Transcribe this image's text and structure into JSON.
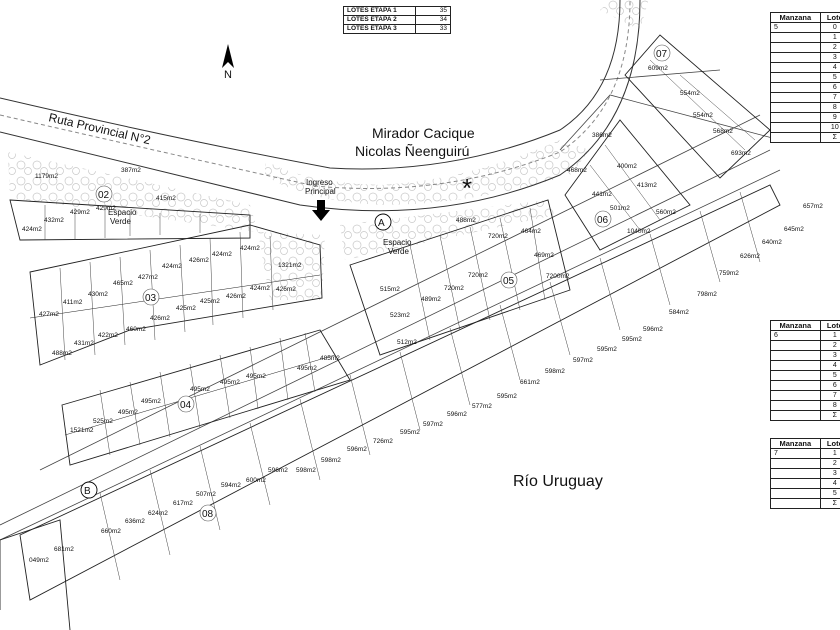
{
  "etapas": [
    {
      "label": "LOTES ETAPA 1",
      "value": "35"
    },
    {
      "label": "LOTES ETAPA 2",
      "value": "34"
    },
    {
      "label": "LOTES ETAPA 3",
      "value": "33"
    }
  ],
  "north": "N",
  "labels": {
    "ruta": "Ruta Provincial N°2",
    "mirador_1": "Mirador Cacique",
    "mirador_2": "Nicolas Ñeenguirú",
    "ingreso_1": "Ingreso",
    "ingreso_2": "Principal",
    "espacio_verde_a1": "Espacio",
    "espacio_verde_a2": "Verde",
    "espacio_verde_b1": "Espacio",
    "espacio_verde_b2": "Verde",
    "rio": "Río Uruguay",
    "marker_a": "A",
    "marker_b": "B",
    "asterisk": "*"
  },
  "manzanas": [
    {
      "id": "02"
    },
    {
      "id": "03"
    },
    {
      "id": "04"
    },
    {
      "id": "05"
    },
    {
      "id": "06"
    },
    {
      "id": "07"
    },
    {
      "id": "08"
    }
  ],
  "areas": [
    "1179m2",
    "387m2",
    "415m2",
    "432m2",
    "429m2",
    "429m2",
    "424m2",
    "1321m2",
    "424m2",
    "424m2",
    "426m2",
    "424m2",
    "427m2",
    "465m2",
    "430m2",
    "411m2",
    "427m2",
    "426m2",
    "425m2",
    "426m2",
    "424m2",
    "422m2",
    "460m2",
    "431m2",
    "488m2",
    "425m2",
    "426m2",
    "485m2",
    "495m2",
    "495m2",
    "495m2",
    "495m2",
    "495m2",
    "495m2",
    "525m2",
    "1521m2",
    "488m2",
    "464m2",
    "469m2",
    "7200m2",
    "720m2",
    "720m2",
    "720m2",
    "489m2",
    "515m2",
    "523m2",
    "512m2",
    "386m2",
    "468m2",
    "400m2",
    "413m2",
    "441m2",
    "501m2",
    "560m2",
    "1040m2",
    "609m2",
    "554m2",
    "554m2",
    "568m2",
    "693m2",
    "657m2",
    "645m2",
    "640m2",
    "626m2",
    "759m2",
    "798m2",
    "584m2",
    "596m2",
    "595m2",
    "595m2",
    "597m2",
    "598m2",
    "661m2",
    "595m2",
    "577m2",
    "596m2",
    "597m2",
    "595m2",
    "726m2",
    "596m2",
    "598m2",
    "598m2",
    "596m2",
    "600m2",
    "594m2",
    "507m2",
    "617m2",
    "624m2",
    "636m2",
    "660m2",
    "681m2",
    "049m2"
  ],
  "table_manzana5": {
    "headers": [
      "Manzana",
      "Lote"
    ],
    "manzana": "5",
    "lotes": [
      "0",
      "1",
      "2",
      "3",
      "4",
      "5",
      "6",
      "7",
      "8",
      "9",
      "10",
      "Σ"
    ]
  },
  "table_manzana6": {
    "headers": [
      "Manzana",
      "Lote"
    ],
    "manzana": "6",
    "lotes": [
      "1",
      "2",
      "3",
      "4",
      "5",
      "6",
      "7",
      "8",
      "Σ"
    ]
  },
  "table_manzana7": {
    "headers": [
      "Manzana",
      "Lote"
    ],
    "manzana": "7",
    "lotes": [
      "1",
      "2",
      "3",
      "4",
      "5",
      "Σ"
    ]
  }
}
